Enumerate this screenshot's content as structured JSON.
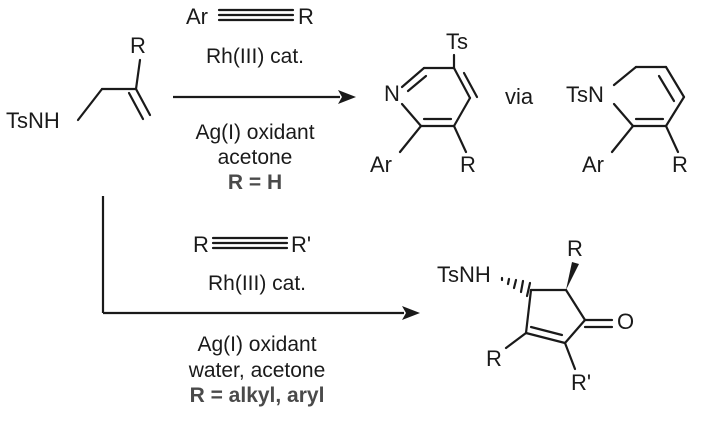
{
  "start": {
    "nh": "TsNH",
    "r": "R"
  },
  "top": {
    "reagent": {
      "left": "Ar",
      "right": "R"
    },
    "catalyst": "Rh(III) cat.",
    "oxidant": "Ag(I) oxidant",
    "solvent": "acetone",
    "r_condition": "R = H"
  },
  "pyridine": {
    "ts": "Ts",
    "n": "N",
    "ar": "Ar",
    "r": "R"
  },
  "via": "via",
  "intermediate": {
    "tsn": "TsN",
    "ar": "Ar",
    "r": "R"
  },
  "bottom": {
    "reagent": {
      "left": "R",
      "right": "R'"
    },
    "catalyst": "Rh(III) cat.",
    "oxidant": "Ag(I) oxidant",
    "solvent": "water, acetone",
    "r_condition": "R = alkyl, aryl"
  },
  "cyclopentenone": {
    "nh": "TsNH",
    "r_top": "R",
    "o": "O",
    "r_left": "R",
    "r_prime": "R'"
  }
}
